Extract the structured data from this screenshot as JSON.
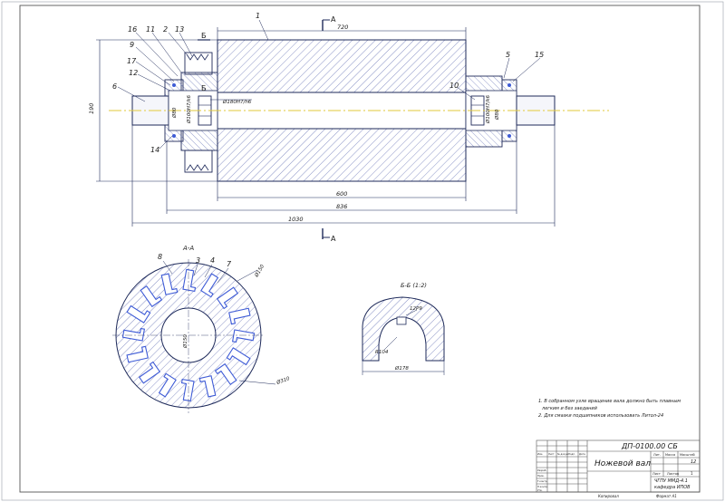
{
  "drawing": {
    "main_view": {
      "part_labels": [
        "1",
        "2",
        "13",
        "11",
        "16",
        "9",
        "17",
        "12",
        "6",
        "14",
        "5",
        "15",
        "10"
      ],
      "section_marks": {
        "aa_top": "A",
        "aa_bottom": "A",
        "bb_top": "Б",
        "bb_bottom": "Б"
      },
      "dimensions": {
        "top_length": "720",
        "height": "190",
        "len_600": "600",
        "len_836": "836",
        "len_1030": "1030"
      },
      "fits": {
        "left_bearing": "Ø180H7/h6",
        "left_shaft": "Ø80",
        "left_seat": "Ø100H7/k6",
        "right_shaft": "Ø80",
        "right_seat": "Ø100H7/k6"
      }
    },
    "section_aa": {
      "title": "А-А",
      "part_labels": [
        "8",
        "3",
        "4",
        "7"
      ],
      "dimensions": {
        "outer": "Ø150",
        "inner": "Ø150",
        "rim": "Ø310"
      }
    },
    "section_bb": {
      "title": "Б-Б (1:2)",
      "dimensions": {
        "keyway": "12P9",
        "radius": "R104",
        "width": "Ø178"
      }
    },
    "notes": [
      "1. В собранном узле вращение вала должно быть плавным",
      "легким и без заеданий",
      "2. Для смазки подшипников использовать Литол-24"
    ],
    "title_block": {
      "doc_number": "ДП-0100.00 СБ",
      "name": "Ножевой вал",
      "org_line1": "ЧГПУ ММД-4.1",
      "org_line2": "кафедра ИПОВ",
      "sheet_count": "12",
      "copied_label": "Копировал",
      "format_label": "Формат  А1",
      "col_litera": "Лит.",
      "col_mass": "Масса",
      "col_scale": "Масштаб",
      "sheet_label": "Лист",
      "sheets_label": "Листов",
      "sheets_value": "1",
      "row_labels": [
        "Изм.",
        "Лист",
        "№ докум.",
        "Подп.",
        "Дата",
        "Разраб.",
        "Пров.",
        "Т.контр.",
        "Н.контр.",
        "Утв."
      ]
    },
    "colors": {
      "outline": "#1e2a5a",
      "hatch": "#8b94c7",
      "axis": "#e2c93a",
      "blades": "#3e5bd6"
    }
  }
}
